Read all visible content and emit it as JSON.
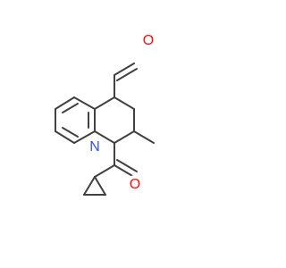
{
  "molecule": {
    "atoms": {
      "oxygen_aldehyde": {
        "symbol": "O",
        "color": "#ff0d0d"
      },
      "nitrogen_ring": {
        "symbol": "N",
        "color": "#3050f8"
      },
      "oxygen_carbonyl": {
        "symbol": "O",
        "color": "#ff0d0d"
      }
    },
    "bond_color": "#404040"
  }
}
